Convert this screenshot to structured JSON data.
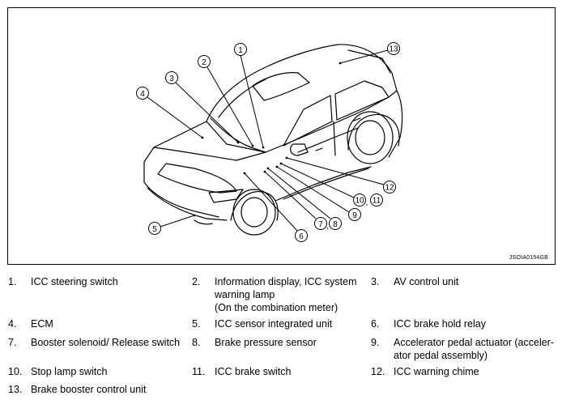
{
  "figure": {
    "id": "JSOIA0154GB",
    "callouts": [
      "1",
      "2",
      "3",
      "4",
      "5",
      "6",
      "7",
      "8",
      "9",
      "10",
      "11",
      "12",
      "13"
    ]
  },
  "legend": [
    {
      "num": "1.",
      "text": "ICC steering switch"
    },
    {
      "num": "2.",
      "text": "Information display, ICC system\nwarning lamp\n(On the combination meter)"
    },
    {
      "num": "3.",
      "text": "AV control unit"
    },
    {
      "num": "4.",
      "text": "ECM"
    },
    {
      "num": "5.",
      "text": "ICC sensor integrated unit"
    },
    {
      "num": "6.",
      "text": "ICC brake hold relay"
    },
    {
      "num": "7.",
      "text": "Booster solenoid/ Release switch"
    },
    {
      "num": "8.",
      "text": "Brake pressure sensor"
    },
    {
      "num": "9.",
      "text": "Accelerator pedal actuator (acceler-\nator pedal assembly)"
    },
    {
      "num": "10.",
      "text": "Stop lamp switch"
    },
    {
      "num": "11.",
      "text": "ICC brake switch"
    },
    {
      "num": "12.",
      "text": "ICC warning chime"
    },
    {
      "num": "13.",
      "text": "Brake booster control unit"
    }
  ]
}
